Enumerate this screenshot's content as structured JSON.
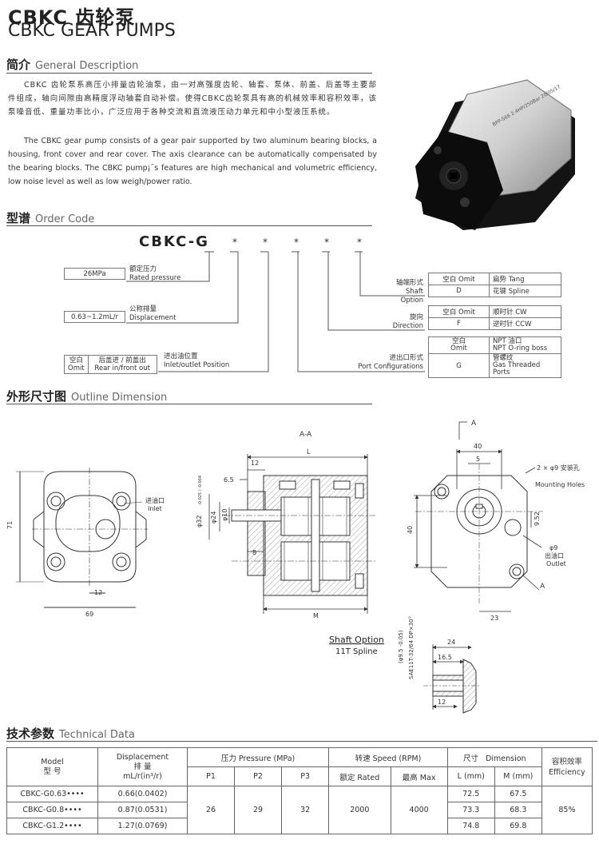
{
  "header": {
    "title_cn": "CBKC 齿轮泵",
    "title_en": "CBKC GEAR PUMPS"
  },
  "intro": {
    "heading_cn": "简介",
    "heading_en": "General Description",
    "para_cn": "CBKC 齿轮泵系高压小排量齿轮油泵，由一对高强度齿轮、轴套、泵体、前盖、后盖等主要部件组成，轴向间隙由高精度浮动轴套自动补偿。使得CBKC齿轮泵具有高的机械效率和容积效率，该泵噪音低、重量功率比小，广泛应用于各种交流和直流液压动力单元和中小型液压系统。",
    "para_en": "The CBKC gear pump consists of a gear pair supported by two aluminum bearing blocks, a housing, front cover and rear cover. The axis clearance can be automatically compensated by the bearing blocks. The CBKC pump¡¯s features are high mechanical and volumetric efficiency, low noise level as well as low weigh/power ratio.",
    "photo_label": "BPP-S66 2.4HP/250Bar 20/05/17"
  },
  "order": {
    "heading_cn": "型谱",
    "heading_en": "Order Code",
    "code": "CBKC-G",
    "star": "*",
    "rated_pressure": {
      "value": "26MPa",
      "label_cn": "额定压力",
      "label_en": "Rated pressure"
    },
    "displacement": {
      "value": "0.63~1.2mL/r",
      "label_cn": "公称排量",
      "label_en": "Displacement"
    },
    "inlet_outlet": {
      "opt1_cn": "空白",
      "opt1_en": "Omit",
      "opt2_cn": "后盖进 / 前盖出",
      "opt2_en": "Rear in/front out",
      "label_cn": "进出油位置",
      "label_en": "Inlet/outlet Position"
    },
    "shaft": {
      "label_cn": "轴端形式",
      "label_en": "Shaft Option",
      "rows": [
        {
          "code": "空白 Omit",
          "desc_cn": "扁势",
          "desc_en": "Tang"
        },
        {
          "code": "D",
          "desc_cn": "花键",
          "desc_en": "Spline"
        }
      ]
    },
    "direction": {
      "label_cn": "旋向",
      "label_en": "Direction",
      "rows": [
        {
          "code": "空白 Omit",
          "desc": "顺时针 CW"
        },
        {
          "code": "F",
          "desc": "逆时针 CCW"
        }
      ]
    },
    "port": {
      "label_cn": "进出口形式",
      "label_en": "Port Configurations",
      "rows": [
        {
          "code_cn": "空白",
          "code_en": "Omit",
          "desc1": "NPT 油口",
          "desc2": "NPT O-ring boss"
        },
        {
          "code_cn": "G",
          "code_en": "",
          "desc1": "管螺纹",
          "desc2": "Gas Threaded Ports"
        }
      ]
    }
  },
  "outline": {
    "heading_cn": "外形尺寸图",
    "heading_en": "Outline Dimension",
    "aa": "A-A",
    "a": "A",
    "L": "L",
    "M": "M",
    "d12": "12",
    "d6_5": "6.5",
    "d8": "8",
    "d71": "71",
    "d69": "69",
    "d12b": "12",
    "phi32": "φ32",
    "phi32_tol": "-0.025 / -0.064",
    "phi24": "φ24",
    "phi10": "φ10",
    "inlet_cn": "进油口",
    "inlet_en": "Inlet",
    "d40": "40",
    "d5": "5",
    "d40v": "40",
    "d9_52": "9.52",
    "d23": "23",
    "holes_cn": "2 × φ9 安装孔",
    "holes_en": "Mounting Holes",
    "outlet_size": "φ9",
    "outlet_cn": "出油口",
    "outlet_en": "Outlet",
    "shaft_option": "Shaft Option",
    "spline": "11T Spline",
    "spline_spec": "SAE11T-32/64 DP×30°",
    "spline_phi": "(φ9.5 -0.05)",
    "d24": "24",
    "d16_5": "16.5",
    "d12c": "12"
  },
  "tech": {
    "heading_cn": "技术参数",
    "heading_en": "Technical Data",
    "h_model_en": "Model",
    "h_model_cn": "型  号",
    "h_disp_en": "Displacement",
    "h_disp_cn": "排  量",
    "h_disp_unit": "mL/r(in³/r)",
    "h_pressure": "压力 Pressure (MPa)",
    "h_speed": "转速 Speed (RPM)",
    "h_dim_cn": "尺寸",
    "h_dim_en": "Dimension",
    "h_eff_cn": "容积效率",
    "h_eff_en": "Efficiency",
    "sub": [
      "P1",
      "P2",
      "P3",
      "额定 Rated",
      "最高 Max",
      "L (mm)",
      "M (mm)"
    ],
    "rows": [
      {
        "model": "CBKC-G0.63••••",
        "disp": "0.66(0.0402)",
        "L": "72.5",
        "M": "67.5"
      },
      {
        "model": "CBKC-G0.8••••",
        "disp": "0.87(0.0531)",
        "L": "73.3",
        "M": "68.3"
      },
      {
        "model": "CBKC-G1.2••••",
        "disp": "1.27(0.0769)",
        "L": "74.8",
        "M": "69.8"
      }
    ],
    "p1": "26",
    "p2": "29",
    "p3": "32",
    "rated": "2000",
    "max": "4000",
    "eff": "85%"
  },
  "colors": {
    "ink": "#222222",
    "line": "#555555",
    "red": "#c0392b",
    "hatch": "#888888"
  }
}
